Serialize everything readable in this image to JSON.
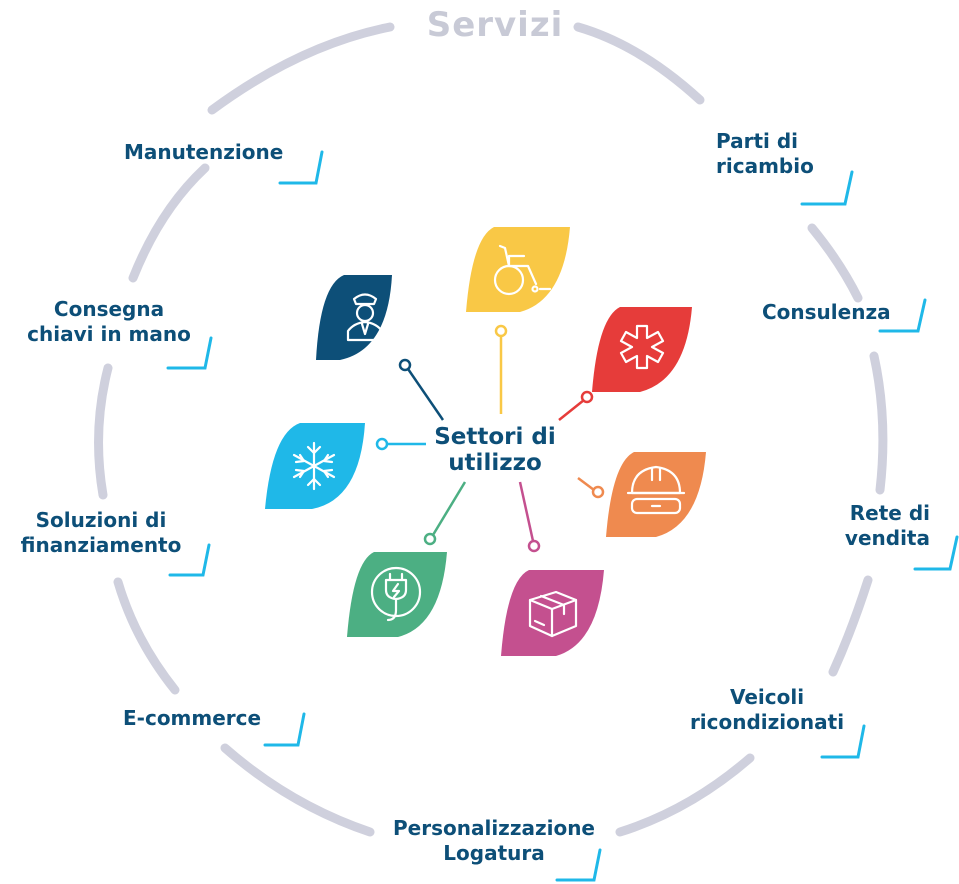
{
  "title": "Servizi",
  "center": {
    "line1": "Settori di",
    "line2": "utilizzo"
  },
  "services": {
    "manutenzione": "Manutenzione",
    "parti_line1": "Parti di",
    "parti_line2": "ricambio",
    "consegna_line1": "Consegna",
    "consegna_line2": "chiavi in mano",
    "consulenza": "Consulenza",
    "soluzioni_line1": "Soluzioni di",
    "soluzioni_line2": "finanziamento",
    "rete_line1": "Rete di",
    "rete_line2": "vendita",
    "ecommerce": "E-commerce",
    "veicoli_line1": "Veicoli",
    "veicoli_line2": "ricondizionati",
    "personalizzazione_line1": "Personalizzazione",
    "personalizzazione_line2": "Logatura"
  },
  "sectors": [
    {
      "icon": "police-officer-icon",
      "color": "#0d4f78"
    },
    {
      "icon": "wheelchair-icon",
      "color": "#f9c846"
    },
    {
      "icon": "medical-star-icon",
      "color": "#e63c3a"
    },
    {
      "icon": "snowflake-icon",
      "color": "#1fb8e8"
    },
    {
      "icon": "safety-helmet-icon",
      "color": "#ef8a4f"
    },
    {
      "icon": "electric-plug-icon",
      "color": "#4caf83"
    },
    {
      "icon": "package-box-icon",
      "color": "#c4508f"
    }
  ],
  "colors": {
    "ring": "#cfd0dd",
    "label": "#0d4f78",
    "accent": "#1fb8e8",
    "title": "#c8cad6"
  }
}
